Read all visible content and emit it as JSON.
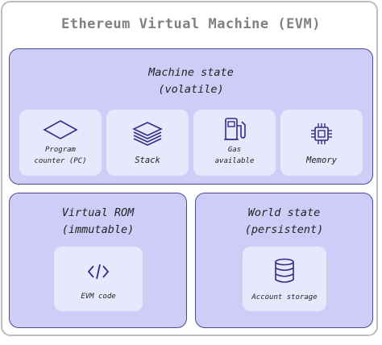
{
  "diagram": {
    "title": "Ethereum Virtual Machine (EVM)",
    "machine_state": {
      "title_line1": "Machine state",
      "title_line2": "(volatile)",
      "items": [
        {
          "label_line1": "Program",
          "label_line2": "counter (PC)",
          "icon": "diamond-icon"
        },
        {
          "label_line1": "Stack",
          "label_line2": "",
          "icon": "stack-icon"
        },
        {
          "label_line1": "Gas",
          "label_line2": "available",
          "icon": "fuel-pump-icon"
        },
        {
          "label_line1": "Memory",
          "label_line2": "",
          "icon": "chip-icon"
        }
      ]
    },
    "virtual_rom": {
      "title_line1": "Virtual ROM",
      "title_line2": "(immutable)",
      "item": {
        "label": "EVM code",
        "icon": "code-icon"
      }
    },
    "world_state": {
      "title_line1": "World state",
      "title_line2": "(persistent)",
      "item": {
        "label": "Account storage",
        "icon": "database-icon"
      }
    },
    "colors": {
      "panel_fill": "#cdcdf7",
      "panel_border": "#4a4a96",
      "card_fill": "#e8e8fc",
      "icon_stroke": "#2e2e8a"
    }
  }
}
